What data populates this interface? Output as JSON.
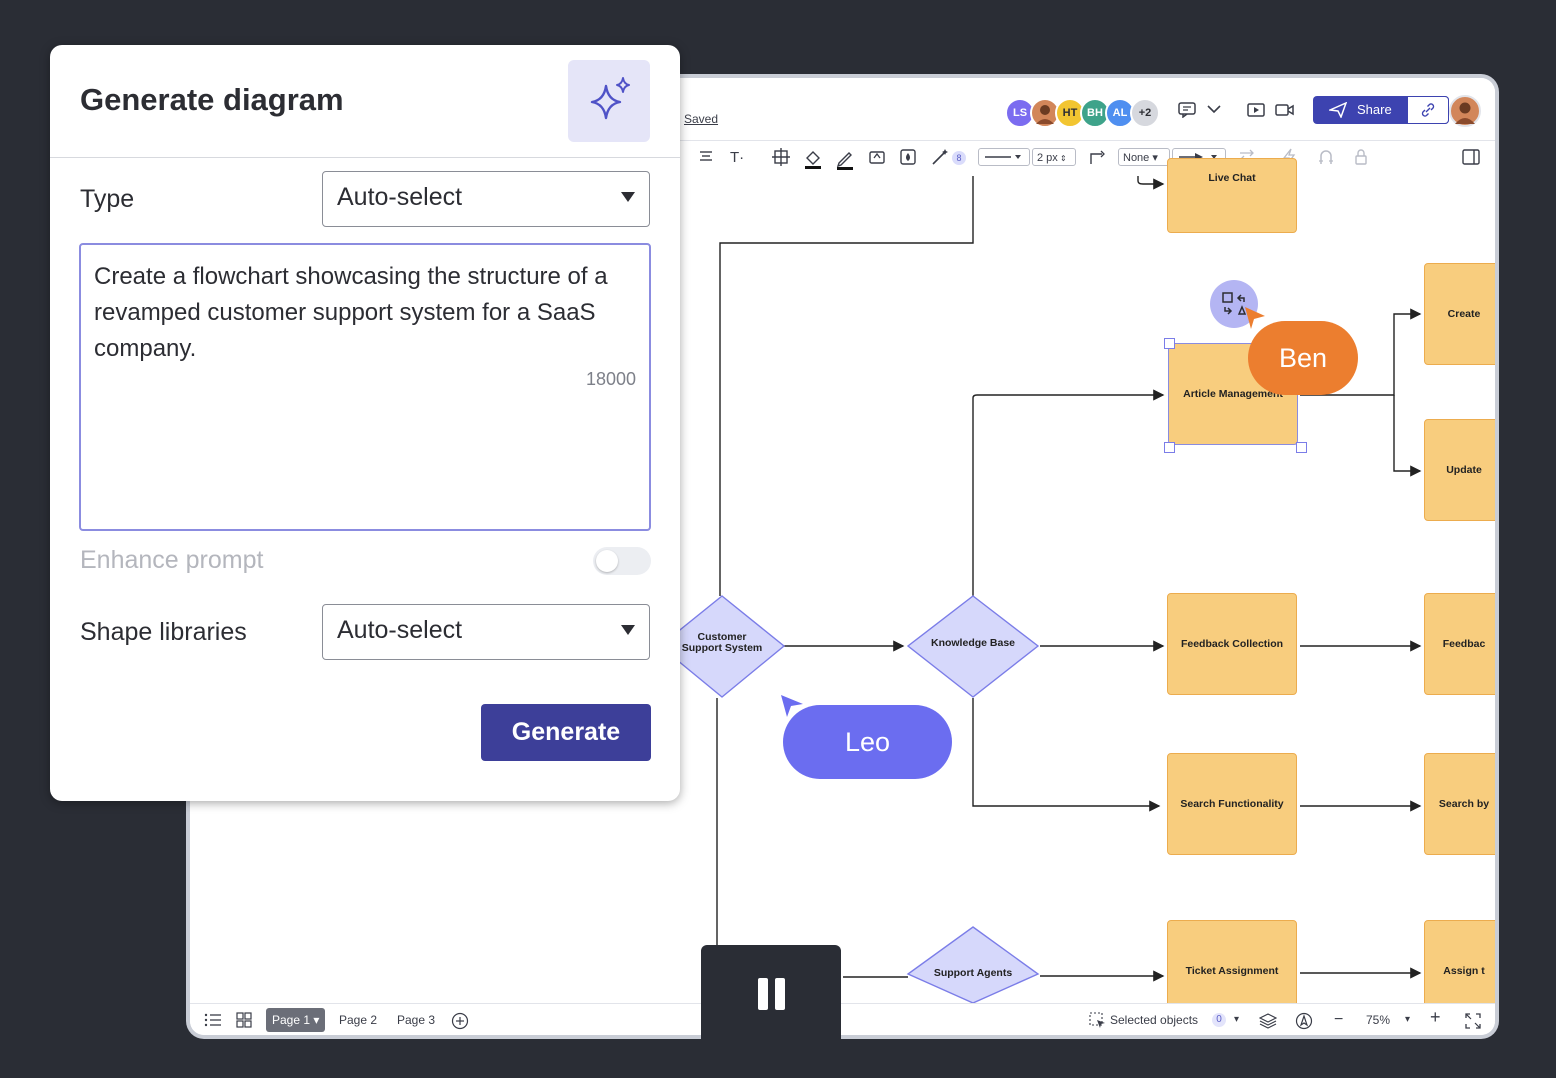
{
  "app_window": {
    "saved_label": "Saved",
    "collaborators": [
      {
        "initials": "LS",
        "color": "#7b6cf0"
      },
      {
        "initials": "",
        "color": "#d2865a"
      },
      {
        "initials": "HT",
        "color": "#f2c531"
      },
      {
        "initials": "BH",
        "color": "#3ea38a"
      },
      {
        "initials": "AL",
        "color": "#4f8ff0"
      },
      {
        "initials": "+2",
        "color": "#d6d8de"
      }
    ],
    "share_label": "Share",
    "toolbar": {
      "badge_count": "8",
      "stroke_width": "2 px",
      "endpoint_none": "None"
    }
  },
  "diagram": {
    "shapes": [
      {
        "label": "Live Chat"
      },
      {
        "label": "Article Management"
      },
      {
        "label": "Create"
      },
      {
        "label": "Update"
      },
      {
        "label": "Feedback Collection"
      },
      {
        "label": "Feedbac"
      },
      {
        "label": "Search Functionality"
      },
      {
        "label": "Search by"
      },
      {
        "label": "Ticket Assignment"
      },
      {
        "label": "Assign t"
      }
    ],
    "decisions": [
      {
        "label": "Customer Support System"
      },
      {
        "label": "Knowledge Base"
      },
      {
        "label": "Support Agents"
      }
    ],
    "cursors": [
      {
        "name": "Ben",
        "color": "#ec7e2f"
      },
      {
        "name": "Leo",
        "color": "#6b6df0"
      }
    ]
  },
  "footer": {
    "pages": [
      "Page 1",
      "Page 2",
      "Page 3"
    ],
    "selected_objects_label": "Selected objects",
    "selected_objects_count": "0",
    "zoom": "75%"
  },
  "generate_panel": {
    "title": "Generate diagram",
    "type_label": "Type",
    "type_value": "Auto-select",
    "prompt_text": "Create a flowchart showcasing the structure of a revamped customer support system for a SaaS company.",
    "char_limit": "18000",
    "enhance_label": "Enhance prompt",
    "enhance_on": false,
    "shape_libraries_label": "Shape libraries",
    "shape_libraries_value": "Auto-select",
    "generate_button": "Generate"
  }
}
